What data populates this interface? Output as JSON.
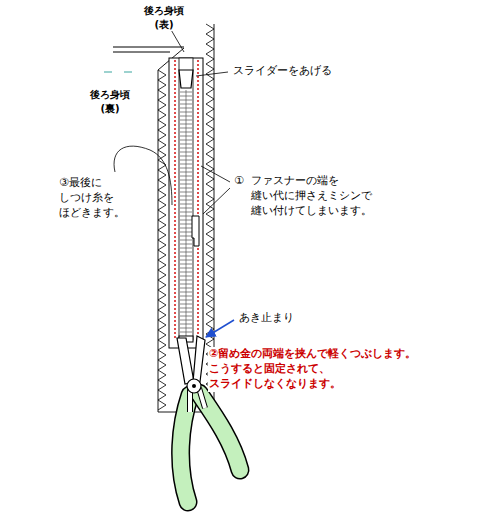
{
  "diagram": {
    "labels": [
      "後ろ身頃 (表)",
      "スライダーをあげる",
      "後ろ身頃 (裏)",
      "③最後に しつけ糸を ほどきます。",
      "①",
      "ファスナーの端を 縫い代に押さえミシンで 縫い付けてしまいます。",
      "あき止まり",
      "②留め金の両端を挟んで軽くつぶします。 こうすると固定されて、スライドしなくなります。"
    ]
  }
}
